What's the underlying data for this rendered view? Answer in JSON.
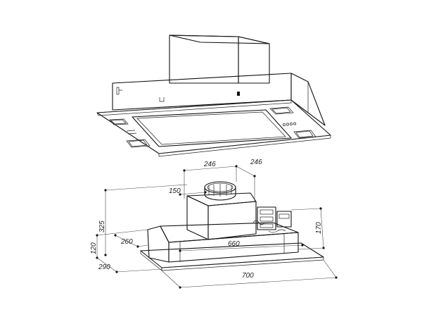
{
  "dimensions": {
    "box_width": "246",
    "box_depth": "246",
    "duct_offset": "150",
    "total_height": "325",
    "casing_height": "120",
    "casing_depth": "260",
    "unit_depth": "290",
    "casing_length": "660",
    "outer_length": "700",
    "side_height": "170"
  }
}
